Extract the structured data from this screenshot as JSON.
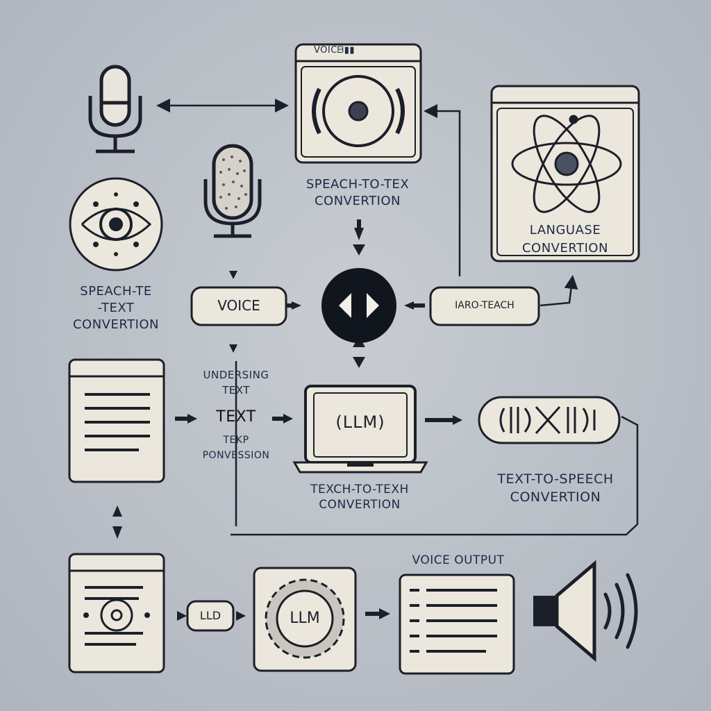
{
  "colors": {
    "background": "#b9bec6",
    "ink": "#1b1f29",
    "card_fill": "#ece7dc",
    "label_text": "#1d2a44"
  },
  "labels": {
    "voice_box_header": "VOICᗷ▮▮",
    "stt_line1": "SPEACH-TO-TEX",
    "stt_line2": "CONVERTION",
    "language_line1": "LANGUASE",
    "language_line2": "CONVERTION",
    "left_line1": "SPEACH-TE",
    "left_line2": "-TEXT",
    "left_line3": "CONVERTION",
    "voice_pill": "VOICE",
    "teach_pill": "IARO-TEACH",
    "under_line1": "UNDERSING",
    "under_line2": "TEXT",
    "under_line3": "TEXT",
    "under_line4": "TEKP",
    "under_line5": "PONVESSION",
    "llm_screen": "(LLM)",
    "texch_line1": "TEXCH-TO-TEXH",
    "texch_line2": "CONVERTION",
    "tts_line1": "TEXT-TO-SPEECH",
    "tts_line2": "CONVERTION",
    "llm_small_pill": "LLD",
    "llm_gear": "LLM",
    "voice_output": "VOICE OUTPUT"
  },
  "icons": [
    "microphone-icon",
    "atom-icon",
    "sensor-eye-icon",
    "code-brackets-icon",
    "waveform-icon",
    "gear-icon",
    "speaker-icon",
    "document-icon",
    "laptop-icon",
    "lens-icon"
  ]
}
